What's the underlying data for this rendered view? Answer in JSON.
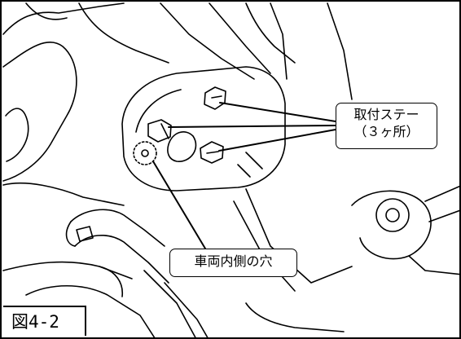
{
  "callouts": {
    "mount_stays_line1": "取付ステー",
    "mount_stays_line2": "（３ヶ所）",
    "inner_hole": "車両内側の穴"
  },
  "figure_label": "図4-2"
}
